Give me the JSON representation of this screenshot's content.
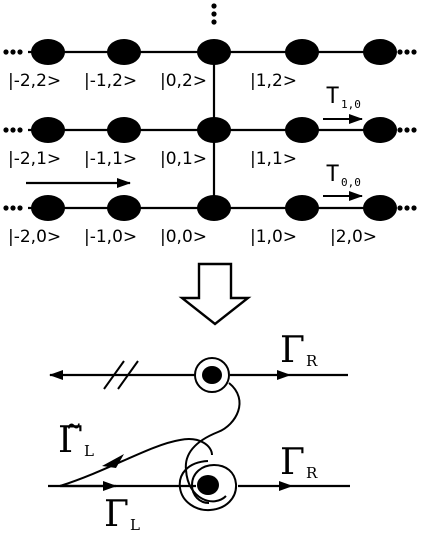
{
  "lattice": {
    "row_labels": [
      [
        "|-2,2>",
        "|-1,2>",
        "|0,2>",
        "|1,2>"
      ],
      [
        "|-2,1>",
        "|-1,1>",
        "|0,1>",
        "|1,1>"
      ],
      [
        "|-2,0>",
        "|-1,0>",
        "|0,0>",
        "|1,0>",
        "|2,0>"
      ]
    ],
    "hop_top": {
      "symbol": "T",
      "sub": "1,0"
    },
    "hop_bottom": {
      "symbol": "T",
      "sub": "0,0"
    }
  },
  "reduced": {
    "gamma_r_top": {
      "symbol": "Γ",
      "sub": "R"
    },
    "gamma_r_bottom": {
      "symbol": "Γ",
      "sub": "R"
    },
    "gamma_l_tilde": {
      "symbol": "Γ̃",
      "sub": "L"
    },
    "gamma_l": {
      "symbol": "Γ",
      "sub": "L"
    }
  },
  "colors": {
    "ink": "#000000",
    "paper": "#ffffff"
  }
}
